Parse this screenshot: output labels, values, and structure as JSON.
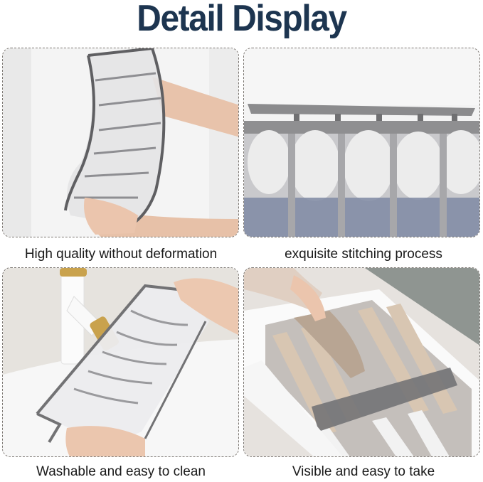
{
  "header": {
    "title": "Detail Display"
  },
  "panels": [
    {
      "caption": "High quality  without deformation",
      "image": "organizer-bent-held-by-hands"
    },
    {
      "caption": "exquisite stitching process",
      "image": "mesh-compartments-with-rolled-towels"
    },
    {
      "caption": "Washable and easy to clean",
      "image": "organizer-over-sink-with-gold-faucet"
    },
    {
      "caption": "Visible and easy to take",
      "image": "organizer-in-drawer-with-folded-clothes"
    }
  ],
  "colors": {
    "title": "#1d3550",
    "border": "#7a7570",
    "mesh_trim": "#6b6b6b"
  }
}
